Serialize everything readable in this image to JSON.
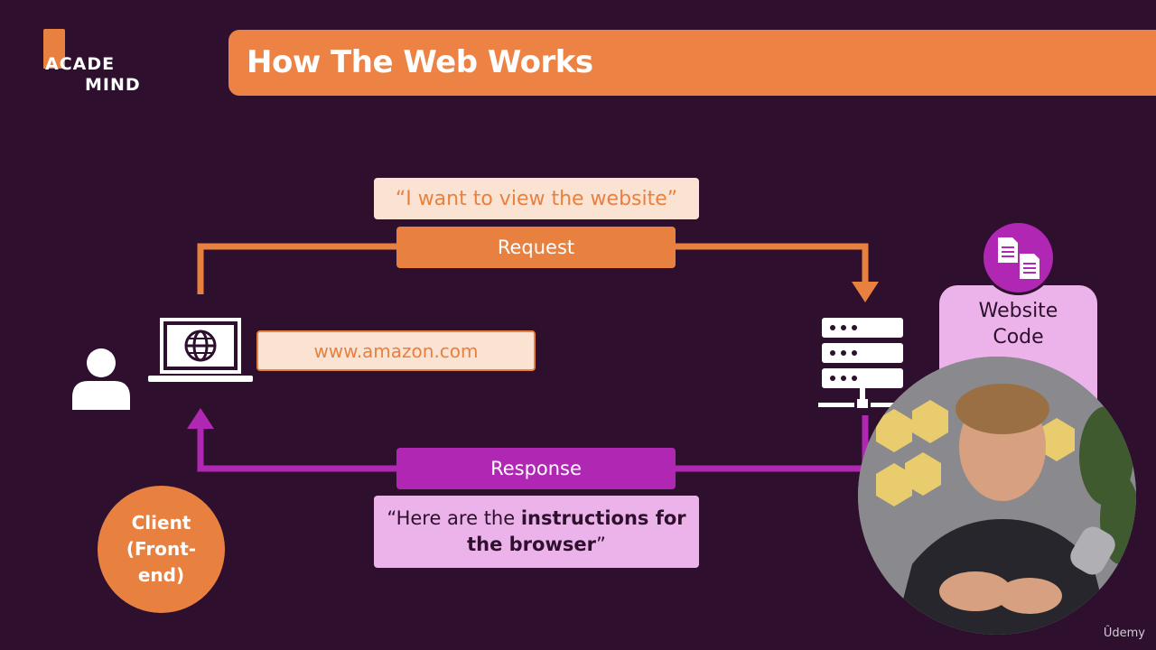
{
  "brand": {
    "logo_line1": "ACADE",
    "logo_line2": "MIND",
    "watermark": "Ûdemy"
  },
  "header": {
    "title": "How The Web Works"
  },
  "request": {
    "quote": "“I want to view the website”",
    "label": "Request"
  },
  "url": {
    "text": "www.amazon.com"
  },
  "response": {
    "label": "Response",
    "quote_prefix": "“Here are the ",
    "quote_bold_1": "instructions for",
    "quote_bold_2": "the browser",
    "quote_suffix": "”"
  },
  "client": {
    "line1": "Client",
    "line2": "(Front-",
    "line3": "end)"
  },
  "server": {
    "code_line1": "Website",
    "code_line2": "Code"
  },
  "colors": {
    "background": "#2e0f2e",
    "orange": "#e8803f",
    "purple": "#b027b3",
    "pink": "#ecb3ea",
    "peach": "#fbe3d3"
  },
  "icons": [
    "user-icon",
    "laptop-globe-icon",
    "server-icon",
    "documents-icon"
  ]
}
